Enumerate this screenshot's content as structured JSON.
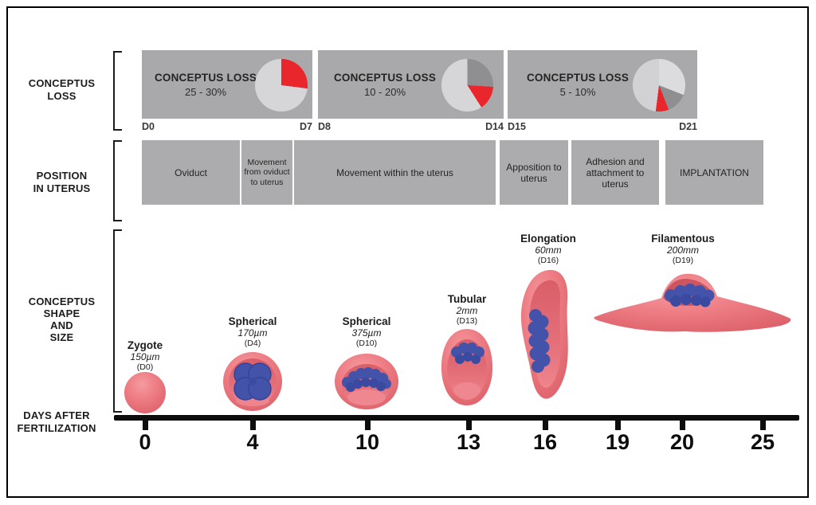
{
  "conceptus_loss": {
    "row_label_line1": "CONCEPTUS",
    "row_label_line2": "LOSS",
    "periods": [
      {
        "title": "CONCEPTUS LOSS",
        "range": "25 - 30%",
        "day_start": "D0",
        "day_end": "D7"
      },
      {
        "title": "CONCEPTUS LOSS",
        "range": "10 - 20%",
        "day_start": "D8",
        "day_end": "D14"
      },
      {
        "title": "CONCEPTUS LOSS",
        "range": "5 - 10%",
        "day_start": "D15",
        "day_end": "D21"
      }
    ]
  },
  "position_in_uterus": {
    "row_label_line1": "POSITION",
    "row_label_line2": "IN UTERUS",
    "stages": [
      {
        "label": "Oviduct"
      },
      {
        "label": "Movement from oviduct to uterus"
      },
      {
        "label": "Movement within the uterus"
      },
      {
        "label": "Apposition to uterus"
      },
      {
        "label": "Adhesion and attachment to uterus"
      },
      {
        "label": "IMPLANTATION"
      }
    ]
  },
  "conceptus_shape": {
    "row_label_line1": "CONCEPTUS",
    "row_label_line2": "SHAPE",
    "row_label_line3": "AND",
    "row_label_line4": "SIZE",
    "stages": [
      {
        "name": "Zygote",
        "size": "150µm",
        "day": "(D0)"
      },
      {
        "name": "Spherical",
        "size": "170µm",
        "day": "(D4)"
      },
      {
        "name": "Spherical",
        "size": "375µm",
        "day": "(D10)"
      },
      {
        "name": "Tubular",
        "size": "2mm",
        "day": "(D13)"
      },
      {
        "name": "Elongation",
        "size": "60mm",
        "day": "(D16)"
      },
      {
        "name": "Filamentous",
        "size": "200mm",
        "day": "(D19)"
      }
    ]
  },
  "timeline": {
    "row_label_line1": "DAYS AFTER",
    "row_label_line2": "FERTILIZATION",
    "ticks": [
      "0",
      "4",
      "10",
      "13",
      "16",
      "19",
      "20",
      "25"
    ]
  },
  "colors": {
    "box_gray": "#a9a9ab",
    "pie_light_gray": "#d6d6d8",
    "pie_dark_gray": "#8f8f91",
    "loss_red": "#e8262b",
    "conceptus_pink": "#ee7d84",
    "cell_blue": "#4253a9"
  },
  "chart_data": [
    {
      "type": "pie",
      "title": "Conceptus loss D0-D7 (25-30%)",
      "values": [
        {
          "label": "loss 25-30%",
          "value": 27,
          "color": "#e8262b"
        },
        {
          "label": "surviving",
          "value": 73,
          "color": "#d6d6d8"
        }
      ]
    },
    {
      "type": "pie",
      "title": "Conceptus loss D8-D14 (10-20%)",
      "values": [
        {
          "label": "prior loss D0-D7",
          "value": 26,
          "color": "#8f8f91"
        },
        {
          "label": "loss 10-20%",
          "value": 15,
          "color": "#e8262b"
        },
        {
          "label": "surviving",
          "value": 59,
          "color": "#d6d6d8"
        }
      ]
    },
    {
      "type": "pie",
      "title": "Conceptus loss D15-D21 (5-10%)",
      "values": [
        {
          "label": "prior loss D0-D7",
          "value": 31,
          "color": "#dcdcde"
        },
        {
          "label": "prior loss D8-D14",
          "value": 13,
          "color": "#8f8f91"
        },
        {
          "label": "loss 5-10%",
          "value": 8,
          "color": "#e8262b"
        },
        {
          "label": "surviving",
          "value": 48,
          "color": "#d2d2d4"
        }
      ]
    }
  ]
}
